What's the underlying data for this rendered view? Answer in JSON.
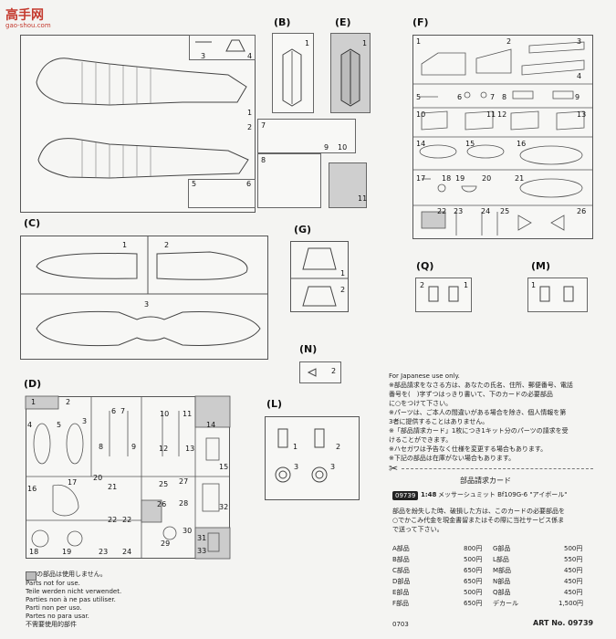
{
  "watermark": {
    "logo": "高手网",
    "url": "gao-shou.com"
  },
  "sections": {
    "B": "(B)",
    "E": "(E)",
    "F": "(F)",
    "C": "(C)",
    "G": "(G)",
    "Q": "(Q)",
    "M": "(M)",
    "N": "(N)",
    "D": "(D)",
    "L": "(L)"
  },
  "parts": {
    "A": [
      "3",
      "4",
      "1",
      "2",
      "7",
      "9",
      "10",
      "8",
      "5",
      "6",
      "11"
    ],
    "B": [
      "1"
    ],
    "E": [
      "1"
    ],
    "F": [
      "1",
      "2",
      "3",
      "4",
      "5",
      "6",
      "7",
      "8",
      "9",
      "10",
      "11",
      "12",
      "13",
      "14",
      "15",
      "16",
      "17",
      "18",
      "19",
      "20",
      "21",
      "22",
      "23",
      "24",
      "25",
      "26"
    ],
    "C": [
      "1",
      "2",
      "3"
    ],
    "G": [
      "1",
      "2"
    ],
    "Q": [
      "2",
      "1"
    ],
    "M": [
      "1"
    ],
    "N": [
      "2"
    ],
    "L": [
      "1",
      "2",
      "3",
      "3"
    ],
    "D": [
      "1",
      "2",
      "3",
      "4",
      "5",
      "6",
      "7",
      "8",
      "9",
      "10",
      "11",
      "12",
      "13",
      "14",
      "15",
      "16",
      "17",
      "18",
      "19",
      "20",
      "21",
      "22",
      "22",
      "23",
      "24",
      "25",
      "26",
      "27",
      "28",
      "29",
      "30",
      "31",
      "32",
      "33"
    ]
  },
  "japanese_notice": {
    "header": "For Japanese use only.",
    "lines": [
      "※部品請求をなさる方は、あなたの氏名、住所、郵便番号、電話",
      "番号を(　)字ずつはっきり書いて、下のカードの必要部品",
      "に○をつけて下さい。",
      "※パーツは、ご本人の間違いがある場合を除き、個人情報を第",
      "3者に提供することはありません。",
      "※「部品請求カード」1枚につき1キット分のパーツの請求を受",
      "けることができます。",
      "※ハセガワは予告なく仕様を変更する場合もあります。",
      "※下記の部品は在庫がない場合もあります。"
    ]
  },
  "card": {
    "title": "部品請求カード",
    "code": "09739",
    "scale": "1:48",
    "name": "メッサーシュミット Bf109G-6 \"アイボール\"",
    "instructions": [
      "部品を紛失した時、破損した方は、このカードの必要部品を",
      "○でかこみ代金を現金書留またはその際に当社サービス係ま",
      "で送って下さい。"
    ],
    "prices_left": [
      {
        "part": "A部品",
        "price": "800円"
      },
      {
        "part": "B部品",
        "price": "500円"
      },
      {
        "part": "C部品",
        "price": "650円"
      },
      {
        "part": "D部品",
        "price": "650円"
      },
      {
        "part": "E部品",
        "price": "500円"
      },
      {
        "part": "F部品",
        "price": "650円"
      }
    ],
    "prices_right": [
      {
        "part": "G部品",
        "price": "500円"
      },
      {
        "part": "L部品",
        "price": "550円"
      },
      {
        "part": "M部品",
        "price": "450円"
      },
      {
        "part": "N部品",
        "price": "450円"
      },
      {
        "part": "Q部品",
        "price": "450円"
      },
      {
        "part": "デカール",
        "price": "1,500円"
      }
    ],
    "art_no": "ART No. 09739",
    "footer_code": "0703"
  },
  "legend": {
    "lines": [
      "の部品は使用しません。",
      "Parts not for use.",
      "Teile werden nicht verwendet.",
      "Parties non à ne pas utiliser.",
      "Parti non per uso.",
      "Partes no para usar.",
      "不需要使用的部件"
    ]
  }
}
